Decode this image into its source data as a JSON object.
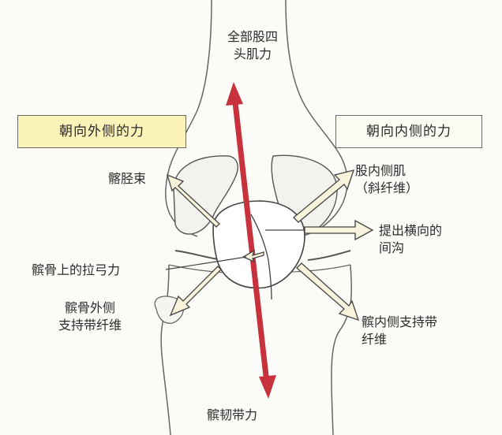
{
  "boxes": {
    "lateral_force": "朝向外侧的力",
    "medial_force": "朝向内侧的力"
  },
  "labels": {
    "quadriceps": "全部股四\n头肌力",
    "iliotibial_band": "髂胫束",
    "vastus_medialis": "股内侧肌\n（斜纤维）",
    "trochlear_groove": "提出横向的\n间沟",
    "patella_lateral_pull": "髌骨上的拉弓力",
    "lateral_retinaculum": "髌骨外侧\n支持带纤维",
    "medial_retinaculum": "髌内侧支持带\n纤维",
    "patellar_tendon": "髌韧带力"
  },
  "colors": {
    "force_arrow": "#c8323c",
    "muscle_arrow_fill": "#f7f3dc",
    "outline": "#4a4a4a",
    "lateral_box_fill": "#fbf3b8",
    "medial_box_fill": "#fbfbf2"
  }
}
